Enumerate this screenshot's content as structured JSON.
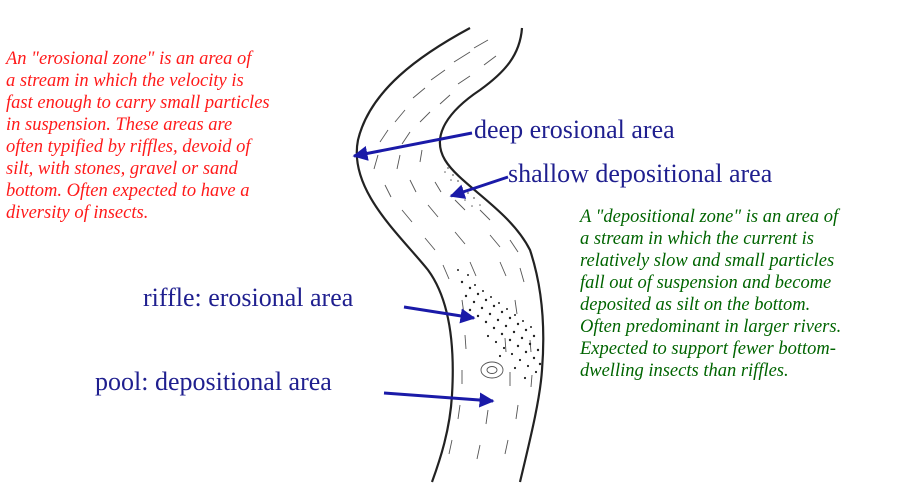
{
  "labels": {
    "deep": "deep erosional area",
    "shallow": "shallow depositional area",
    "riffle": "riffle: erosional area",
    "pool": "pool: depositional area"
  },
  "erosional_note": {
    "lines": [
      "An \"erosional zone\" is an area of",
      "a stream in which the velocity is",
      "fast enough to carry small particles",
      "in suspension.  These areas are",
      "often typified by riffles, devoid of",
      "silt, with stones, gravel or sand",
      "bottom.  Often expected to have a",
      "diversity of  insects."
    ]
  },
  "depositional_note": {
    "lines": [
      "A \"depositional zone\" is an area of",
      "a stream in which the current is",
      "relatively slow and small particles",
      "fall out of suspension and become",
      "deposited as silt on the bottom.",
      "Often predominant in larger rivers.",
      "Expected to support fewer bottom-",
      "dwelling insects than riffles."
    ]
  },
  "colors": {
    "erosional_text": "#ff1a1a",
    "depositional_text": "#006400",
    "label_text": "#1f1f8f",
    "arrow": "#1a1aa8",
    "stream_outline": "#222222"
  }
}
